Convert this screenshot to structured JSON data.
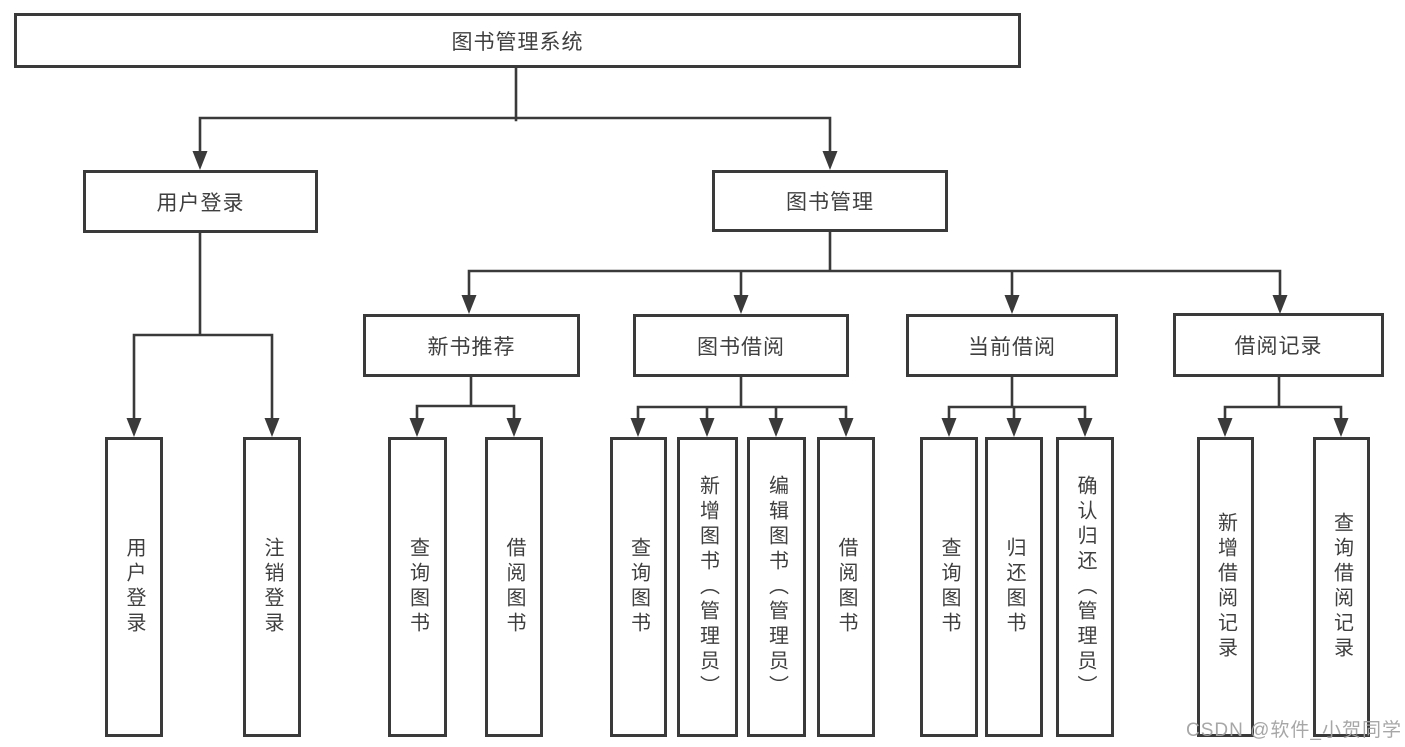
{
  "nodes": {
    "root": "图书管理系统",
    "user_login": "用户登录",
    "book_management": "图书管理",
    "new_book_recommend": "新书推荐",
    "book_borrow": "图书借阅",
    "current_borrow": "当前借阅",
    "borrow_records": "借阅记录",
    "leaf_user_login": "用户登录",
    "leaf_logout": "注销登录",
    "leaf_recommend_query_book": "查询图书",
    "leaf_recommend_borrow_book": "借阅图书",
    "leaf_borrow_query_book": "查询图书",
    "leaf_borrow_add_book_admin": "新增图书（管理员）",
    "leaf_borrow_edit_book_admin": "编辑图书（管理员）",
    "leaf_borrow_borrow_book": "借阅图书",
    "leaf_current_query_book": "查询图书",
    "leaf_current_return_book": "归还图书",
    "leaf_current_confirm_return_admin": "确认归还（管理员）",
    "leaf_records_add_record": "新增借阅记录",
    "leaf_records_query_record": "查询借阅记录"
  },
  "watermark": "CSDN @软件_小贺同学",
  "colors": {
    "line": "#3a3a3a",
    "text": "#3f3f3f",
    "watermark": "#a3a3a3",
    "background": "#ffffff"
  }
}
